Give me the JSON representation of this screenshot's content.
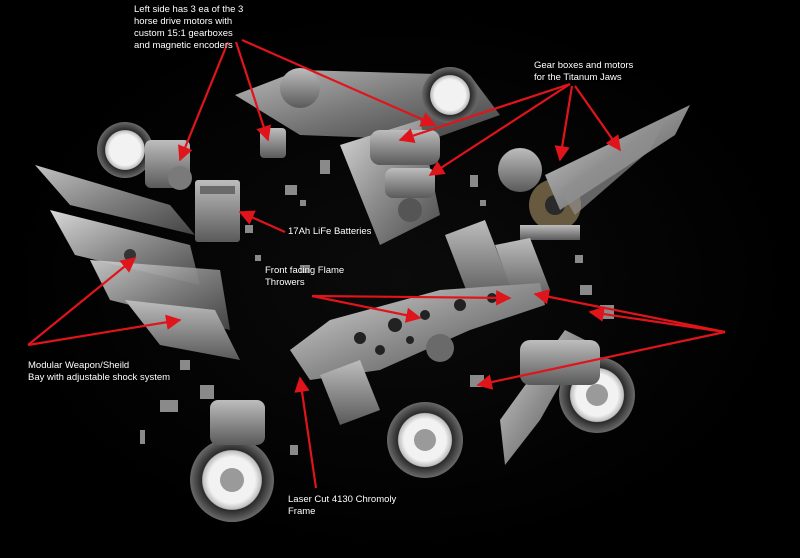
{
  "colors": {
    "background": "#000000",
    "arrow": "#e0141b",
    "metal": "#9a9a9a",
    "label": "#ffffff"
  },
  "callouts": {
    "drive_motors": [
      "Left side has 3 ea of the 3",
      "horse drive motors with",
      "custom 15:1 gearboxes",
      "and magnetic encoders"
    ],
    "jaw_gearboxes": [
      "Gear boxes and motors",
      "for the Titanum Jaws"
    ],
    "batteries": [
      "17Ah LiFe Batteries"
    ],
    "flame_throwers": [
      "Front facing Flame",
      "Throwers"
    ],
    "weapon_bay": [
      "Modular Weapon/Sheild",
      "Bay  with adjustable shock system"
    ],
    "frame": [
      "Laser Cut 4130 Chromoly",
      "Frame"
    ]
  },
  "icons": {
    "wheels": [
      "wheel-icon"
    ],
    "arrows": [
      "arrow-icon"
    ]
  }
}
